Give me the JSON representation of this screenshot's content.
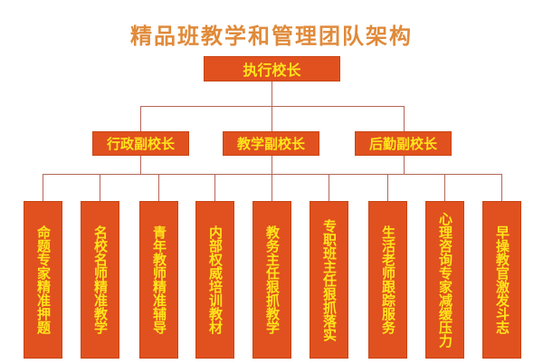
{
  "title": "精品班教学和管理团队架构",
  "colors": {
    "title": "#e08a3a",
    "box_fill": "#e0511f",
    "box_text": "#ffe41a",
    "connector": "#b5665a"
  },
  "root": {
    "label": "执行校长"
  },
  "vice_principals": [
    {
      "label": "行政副校长"
    },
    {
      "label": "教学副校长"
    },
    {
      "label": "后勤副校长"
    }
  ],
  "teams": [
    {
      "label": "命题专家精准押题"
    },
    {
      "label": "名校名师精准教学"
    },
    {
      "label": "青年教师精准辅导"
    },
    {
      "label": "内部权威培训教材"
    },
    {
      "label": "教务主任狠抓教学"
    },
    {
      "label": "专职班主任狠抓落实"
    },
    {
      "label": "生活老师跟踪服务"
    },
    {
      "label": "心理咨询专家减缓压力"
    },
    {
      "label": "早操教官激发斗志"
    }
  ]
}
